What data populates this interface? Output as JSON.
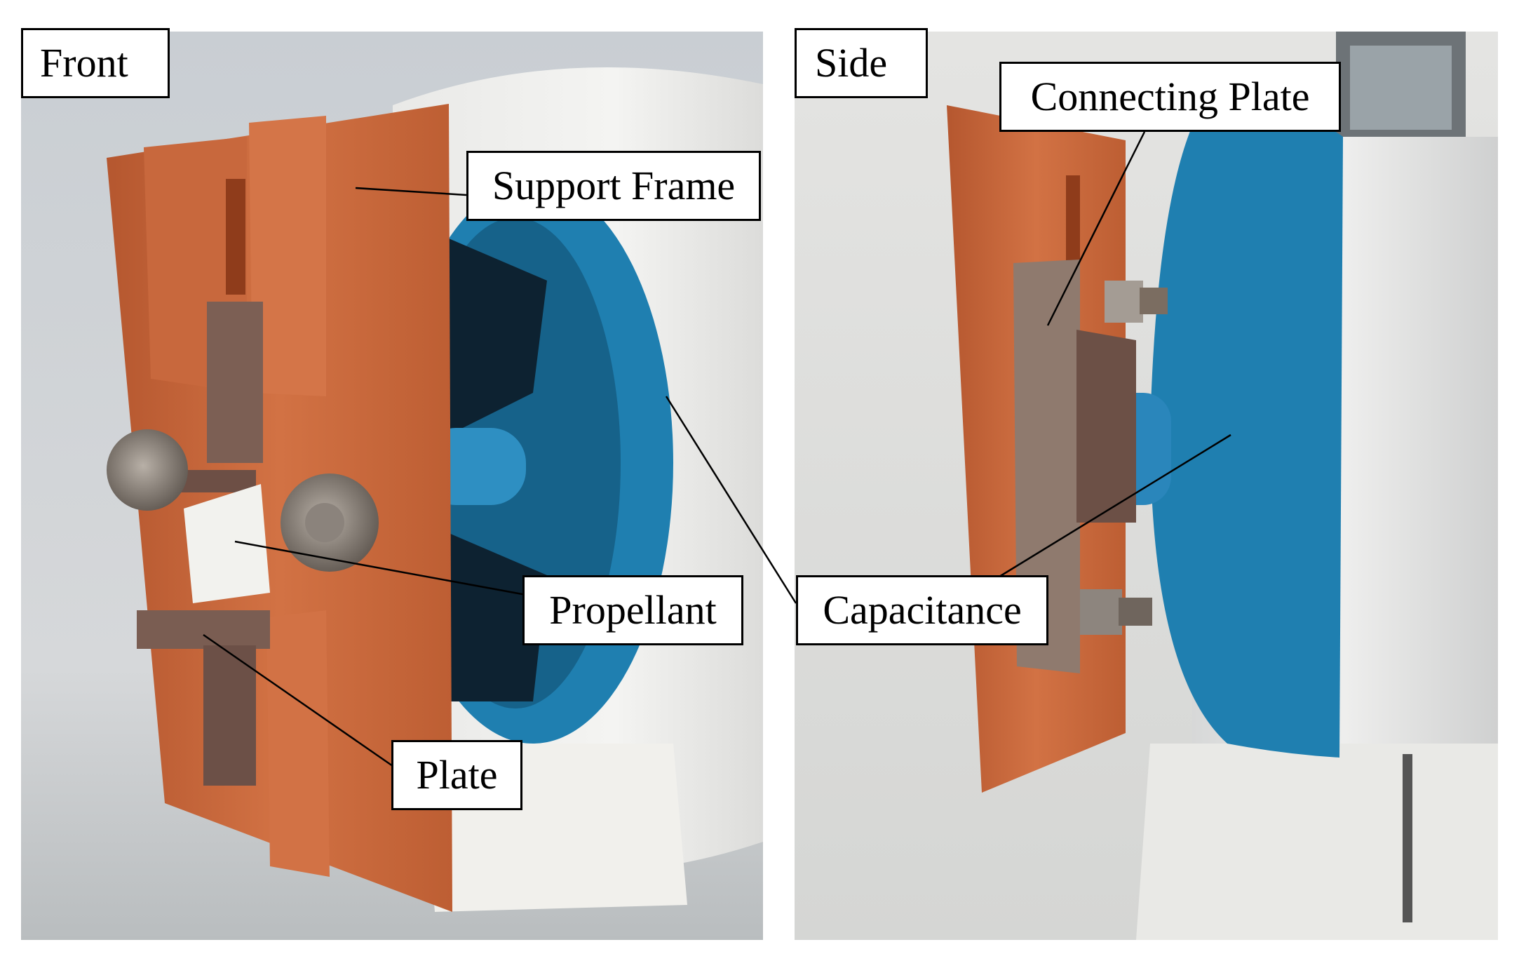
{
  "panels": {
    "front": {
      "title": "Front",
      "labels": {
        "support_frame": "Support Frame",
        "propellant": "Propellant",
        "plate": "Plate"
      }
    },
    "side": {
      "title": "Side",
      "labels": {
        "connecting_plate": "Connecting Plate",
        "capacitance": "Capacitance"
      }
    }
  },
  "colors": {
    "frame_copper": "#c8673c",
    "capacitor_blue": "#1f7fb0",
    "background_grey": "#cfd3d6",
    "propellant_white": "#f2f2ee",
    "metal": "#8a7f77"
  }
}
